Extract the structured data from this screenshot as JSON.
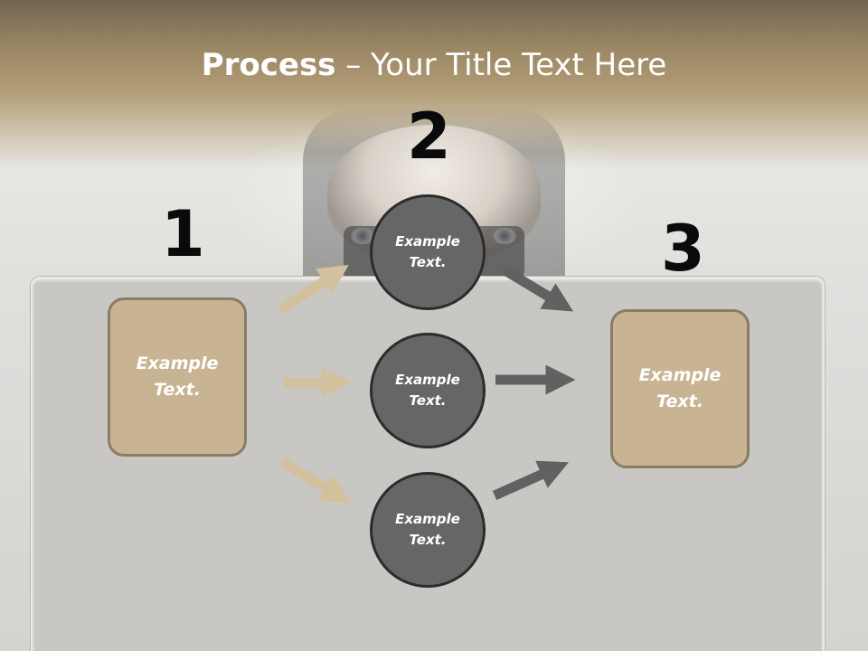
{
  "title": {
    "bold": "Process",
    "rest": " – Your Title Text Here"
  },
  "steps": {
    "one": "1",
    "two": "2",
    "three": "3"
  },
  "boxes": {
    "left": "Example Text.",
    "right": "Example Text."
  },
  "circles": {
    "top": "Example Text.",
    "middle": "Example Text.",
    "bottom": "Example Text."
  },
  "colors": {
    "box_fill": "#c8b492",
    "box_border": "#8a7c66",
    "circle_fill": "#666666",
    "circle_border": "#2c2c2c",
    "arrow_tan": "#d3c09d",
    "arrow_gray": "#616161"
  }
}
